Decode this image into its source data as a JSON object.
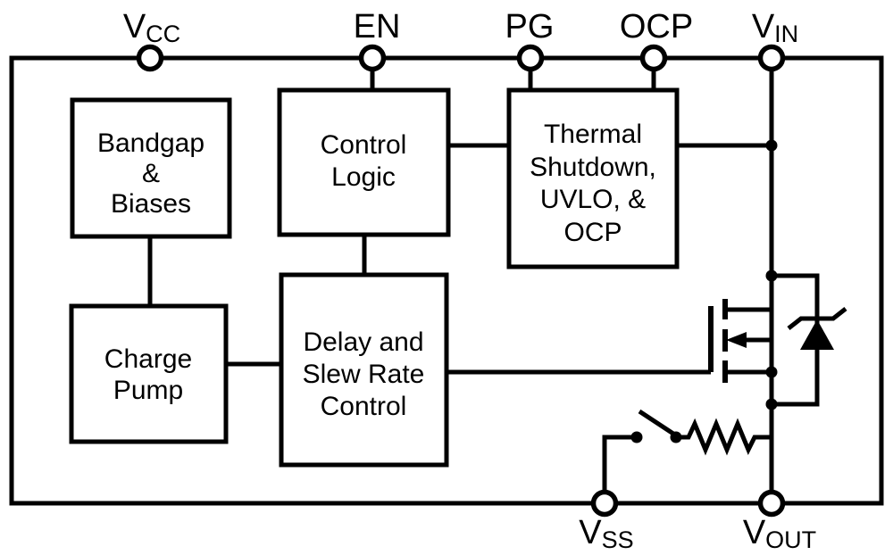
{
  "diagram": {
    "colors": {
      "ink": "#000000",
      "paper": "#ffffff"
    },
    "pins": {
      "vcc": {
        "base": "V",
        "sub": "CC"
      },
      "en": {
        "label": "EN"
      },
      "pg": {
        "label": "PG"
      },
      "ocp": {
        "label": "OCP"
      },
      "vin": {
        "base": "V",
        "sub": "IN"
      },
      "vss": {
        "base": "V",
        "sub": "SS"
      },
      "vout": {
        "base": "V",
        "sub": "OUT"
      }
    },
    "blocks": {
      "bandgap": {
        "lines": [
          "Bandgap",
          "&",
          "Biases"
        ]
      },
      "control_logic": {
        "lines": [
          "Control",
          "Logic"
        ]
      },
      "thermal": {
        "lines": [
          "Thermal",
          "Shutdown,",
          "UVLO, &",
          "OCP"
        ]
      },
      "charge_pump": {
        "lines": [
          "Charge",
          "Pump"
        ]
      },
      "delay_slew": {
        "lines": [
          "Delay and",
          "Slew Rate",
          "Control"
        ]
      }
    },
    "symbols": [
      "mosfet-icon",
      "zener-diode-icon",
      "switch-icon",
      "resistor-icon"
    ]
  }
}
